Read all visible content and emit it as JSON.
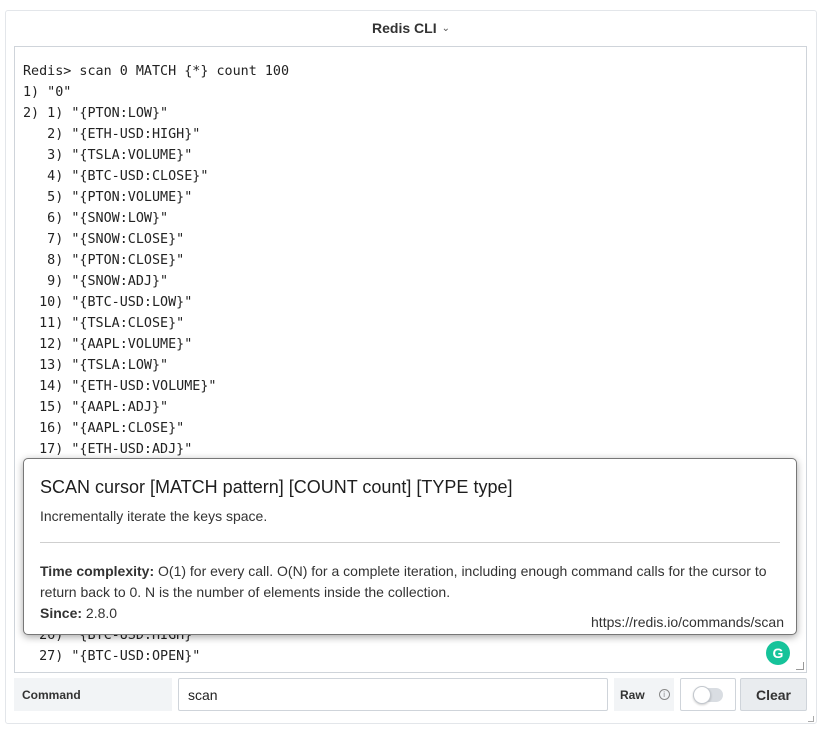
{
  "window": {
    "title": "Redis CLI",
    "title_icon": "chevron-down-icon"
  },
  "terminal": {
    "lines": [
      "Redis> scan 0 MATCH {*} count 100",
      "1) \"0\"",
      "2) 1) \"{PTON:LOW}\"",
      "   2) \"{ETH-USD:HIGH}\"",
      "   3) \"{TSLA:VOLUME}\"",
      "   4) \"{BTC-USD:CLOSE}\"",
      "   5) \"{PTON:VOLUME}\"",
      "   6) \"{SNOW:LOW}\"",
      "   7) \"{SNOW:CLOSE}\"",
      "   8) \"{PTON:CLOSE}\"",
      "   9) \"{SNOW:ADJ}\"",
      "  10) \"{BTC-USD:LOW}\"",
      "  11) \"{TSLA:CLOSE}\"",
      "  12) \"{AAPL:VOLUME}\"",
      "  13) \"{TSLA:LOW}\"",
      "  14) \"{ETH-USD:VOLUME}\"",
      "  15) \"{AAPL:ADJ}\"",
      "  16) \"{AAPL:CLOSE}\"",
      "  17) \"{ETH-USD:ADJ}\""
    ],
    "bottom_lines": [
      "  26) \"{BTC-USD:HIGH}\"",
      "  27) \"{BTC-USD:OPEN}\""
    ]
  },
  "tooltip": {
    "title": "SCAN cursor [MATCH pattern] [COUNT count] [TYPE type]",
    "description": "Incrementally iterate the keys space.",
    "complexity_label": "Time complexity:",
    "complexity_text": "O(1) for every call. O(N) for a complete iteration, including enough command calls for the cursor to return back to 0. N is the number of elements inside the collection.",
    "since_label": "Since:",
    "since_value": "2.8.0",
    "link": "https://redis.io/commands/scan"
  },
  "grammarly": {
    "icon": "grammarly-icon",
    "glyph": "G",
    "color": "#15c39a"
  },
  "command_bar": {
    "label": "Command",
    "input_value": "scan",
    "raw_label": "Raw",
    "raw_info_icon": "info-icon",
    "raw_info_glyph": "i",
    "raw_enabled": false,
    "clear_label": "Clear"
  }
}
